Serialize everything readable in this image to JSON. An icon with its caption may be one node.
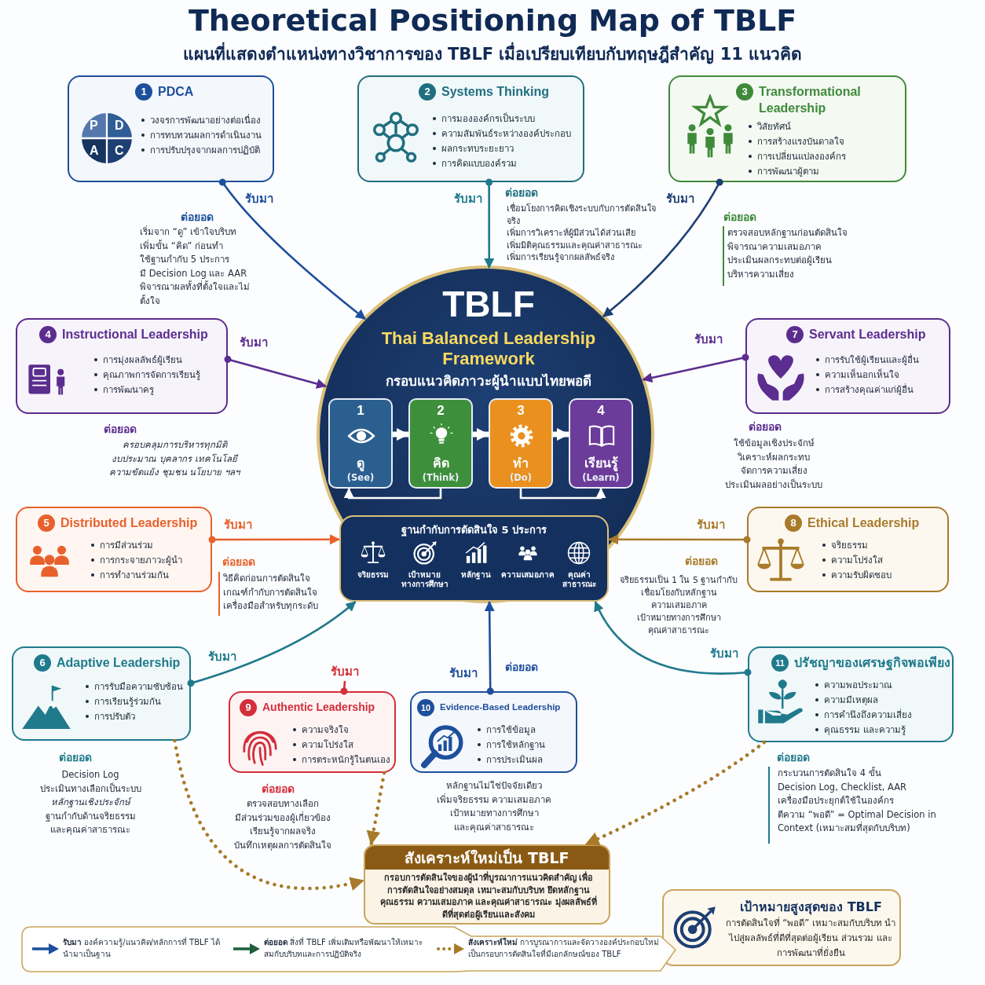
{
  "diagram": {
    "title": "Theoretical Positioning Map of TBLF",
    "nodes": [
      {
        "text": [
          "1",
          "PDCA",
          "วงจรการพัฒนาอย่างต่อเนื่อง",
          "การทบทวนผลการดำเนินงาน",
          "การปรับปรุงจากผลการปฏิบัติ"
        ],
        "beside": [
          "ต่อยอด",
          "เริ่มจาก “ดู” เข้าใจบริบท",
          "เพิ่มขั้น “คิด” ก่อนทำ",
          "ใช้ฐานกำกับ 5 ประการ",
          "มี Decision Log และ AAR",
          "พิจารณาผลทั้งที่ตั้งใจและไม่ตั้งใจ"
        ]
      },
      {
        "text": [
          "2",
          "Systems Thinking",
          "การมององค์กรเป็นระบบ",
          "ความสัมพันธ์ระหว่างองค์ประกอบ",
          "ผลกระทบระยะยาว",
          "การคิดแบบองค์รวม"
        ],
        "beside": [
          "ต่อยอด",
          "เชื่อมโยงการคิดเชิงระบบกับการตัดสินใจจริง",
          "เพิ่มการวิเคราะห์ผู้มีส่วนได้ส่วนเสีย",
          "เพิ่มมิติคุณธรรมและคุณค่าสาธารณะ",
          "เพิ่มการเรียนรู้จากผลลัพธ์จริง"
        ]
      },
      {
        "text": [
          "3",
          "Transformational Leadership",
          "วิสัยทัศน์",
          "การสร้างแรงบันดาลใจ",
          "การเปลี่ยนแปลงองค์กร",
          "การพัฒนาผู้ตาม"
        ],
        "beside": [
          "ต่อยอด",
          "ตรวจสอบหลักฐานก่อนตัดสินใจ",
          "พิจารณาความเสมอภาค",
          "ประเมินผลกระทบต่อผู้เรียน",
          "บริหารความเสี่ยง"
        ]
      },
      {
        "text": [
          "4",
          "Instructional Leadership",
          "การมุ่งผลลัพธ์ผู้เรียน",
          "คุณภาพการจัดการเรียนรู้",
          "การพัฒนาครู"
        ],
        "beside": [
          "ต่อยอด",
          "ครอบคลุมการบริหารทุกมิติ",
          "งบประมาณ บุคลากร เทคโนโลยี",
          "ความขัดแย้ง ชุมชน นโยบาย ฯลฯ"
        ]
      },
      {
        "text": [
          "5",
          "Distributed Leadership",
          "การมีส่วนร่วม",
          "การกระจายภาวะผู้นำ",
          "การทำงานร่วมกัน"
        ],
        "beside": [
          "ต่อยอด",
          "วิธีคิดก่อนการตัดสินใจ",
          "เกณฑ์กำกับการตัดสินใจ",
          "เครื่องมือสำหรับทุกระดับ"
        ]
      },
      {
        "text": [
          "6",
          "Adaptive Leadership",
          "การรับมือความซับซ้อน",
          "การเรียนรู้ร่วมกัน",
          "การปรับตัว"
        ],
        "beside": [
          "ต่อยอด",
          "Decision Log",
          "ประเมินทางเลือกเป็นระบบ",
          "หลักฐานเชิงประจักษ์",
          "ฐานกำกับด้านจริยธรรม",
          "และคุณค่าสาธารณะ"
        ]
      },
      {
        "text": [
          "7",
          "Servant Leadership",
          "การรับใช้ผู้เรียนและผู้อื่น",
          "ความเห็นอกเห็นใจ",
          "การสร้างคุณค่าแก่ผู้อื่น"
        ],
        "beside": [
          "ต่อยอด",
          "ใช้ข้อมูลเชิงประจักษ์",
          "วิเคราะห์ผลกระทบ",
          "จัดการความเสี่ยง",
          "ประเมินผลอย่างเป็นระบบ"
        ]
      },
      {
        "text": [
          "8",
          "Ethical Leadership",
          "จริยธรรม",
          "ความโปร่งใส",
          "ความรับผิดชอบ"
        ],
        "beside": [
          "ต่อยอด",
          "จริยธรรมเป็น 1 ใน 5 ฐานกำกับ",
          "เชื่อมโยงกับหลักฐาน",
          "ความเสมอภาค",
          "เป้าหมายทางการศึกษา",
          "คุณค่าสาธารณะ"
        ]
      },
      {
        "text": [
          "9",
          "Authentic Leadership",
          "ความจริงใจ",
          "ความโปร่งใส",
          "การตระหนักรู้ในตนเอง"
        ],
        "beside": [
          "ต่อยอด",
          "ตรวจสอบทางเลือก",
          "มีส่วนร่วมของผู้เกี่ยวข้อง",
          "เรียนรู้จากผลจริง",
          "บันทึกเหตุผลการตัดสินใจ"
        ]
      },
      {
        "text": [
          "10",
          "Evidence-Based Leadership",
          "การใช้ข้อมูล",
          "การใช้หลักฐาน",
          "การประเมินผล"
        ],
        "beside": [
          "ต่อยอด",
          "หลักฐานไม่ใช่ปัจจัยเดียว",
          "เพิ่มจริยธรรม ความเสมอภาค",
          "เป้าหมายทางการศึกษา",
          "และคุณค่าสาธารณะ"
        ]
      },
      {
        "text": [
          "11",
          "ปรัชญาของเศรษฐกิจพอเพียง",
          "ความพอประมาณ",
          "ความมีเหตุผล",
          "การคำนึงถึงความเสี่ยง",
          "คุณธรรม และความรู้"
        ],
        "beside": [
          "ต่อยอด",
          "กระบวนการตัดสินใจ 4 ขั้น",
          "Decision Log, Checklist, AAR",
          "เครื่องมือประยุกต์ใช้ในองค์กร",
          "ตีความ “พอดี” = Optimal Decision in Context (เหมาะสมที่สุดกับบริบท)"
        ]
      },
      {
        "text": [
          "TBLF",
          "Thai Balanced Leadership Framework",
          "กรอบแนวคิดภาวะผู้นำแบบไทยพอดี"
        ]
      },
      {
        "text": [
          "1",
          "ดู",
          "(See)"
        ],
        "in": 11
      },
      {
        "text": [
          "2",
          "คิด",
          "(Think)"
        ],
        "in": 11
      },
      {
        "text": [
          "3",
          "ทำ",
          "(Do)"
        ],
        "in": 11
      },
      {
        "text": [
          "4",
          "เรียนรู้",
          "(Learn)"
        ],
        "in": 11
      },
      {
        "text": [
          "ฐานกำกับการตัดสินใจ 5 ประการ"
        ],
        "in": 11
      },
      {
        "text": [
          "สังเคราะห์ใหม่เป็น TBLF",
          "กรอบการตัดสินใจของผู้นำที่บูรณาการแนวคิดสำคัญ เพื่อการตัดสินใจอย่างสมดุล เหมาะสมกับบริบท ยึดหลักฐาน คุณธรรม ความเสมอภาค และคุณค่าสาธารณะ มุ่งผลลัพธ์ที่ดีที่สุดต่อผู้เรียนและสังคม"
        ]
      },
      {
        "text": [
          "เป้าหมายสูงสุดของ TBLF",
          "การตัดสินใจที่ “พอดี” เหมาะสมกับบริบท นำไปสู่ผลลัพธ์ที่ดีที่สุดต่อผู้เรียน ส่วนรวม และการพัฒนาที่ยั่งยืน"
        ]
      }
    ],
    "edges": [
      {
        "from": 0,
        "to": 11,
        "arrow": "to",
        "label": "รับมา",
        "color": "#1d4f9c"
      },
      {
        "from": 1,
        "to": 11,
        "arrow": "to",
        "label": "รับมา",
        "color": "#1f7a8c"
      },
      {
        "from": 2,
        "to": 11,
        "arrow": "to",
        "label": "รับมา",
        "color": "#1d3f73"
      },
      {
        "from": 3,
        "to": 11,
        "arrow": "to",
        "label": "รับมา",
        "color": "#5b2d8e"
      },
      {
        "from": 4,
        "to": 16,
        "arrow": "to",
        "label": "รับมา",
        "color": "#e8612c"
      },
      {
        "from": 5,
        "to": 16,
        "arrow": "to",
        "label": "รับมา",
        "color": "#1f7a8c"
      },
      {
        "from": 6,
        "to": 11,
        "arrow": "to",
        "label": "รับมา",
        "color": "#5b2d8e"
      },
      {
        "from": 7,
        "to": 16,
        "arrow": "to",
        "label": "รับมา",
        "color": "#a87a2a"
      },
      {
        "from": 8,
        "to": null,
        "arrow": "other",
        "label": "รับมา",
        "color": "#d32f3a"
      },
      {
        "from": 9,
        "to": 16,
        "arrow": "to",
        "label": "รับมา",
        "color": "#1d4f9c"
      },
      {
        "from": 10,
        "to": 16,
        "arrow": "to",
        "label": "รับมา",
        "color": "#1f7a8c"
      },
      {
        "from": 5,
        "to": 17,
        "arrow": "to",
        "style": "dashed",
        "color": "#a87a2a"
      },
      {
        "from": 8,
        "to": 17,
        "arrow": "to",
        "style": "dashed",
        "color": "#a87a2a"
      },
      {
        "from": 10,
        "to": 17,
        "arrow": "to",
        "style": "dashed",
        "color": "#a87a2a"
      },
      {
        "from": 12,
        "to": 13,
        "arrow": "to",
        "style": "thick",
        "color": "#ffffff"
      },
      {
        "from": 13,
        "to": 14,
        "arrow": "to",
        "style": "thick",
        "color": "#ffffff"
      },
      {
        "from": 14,
        "to": 15,
        "arrow": "to",
        "style": "thick",
        "color": "#ffffff"
      },
      {
        "from": 13,
        "to": 12,
        "arrow": "to",
        "color": "#ffffff"
      },
      {
        "from": 14,
        "to": 15,
        "arrow": "to",
        "color": "#ffffff"
      }
    ],
    "labels": [
      "แผนที่แสดงตำแหน่งทางวิชาการของ TBLF เมื่อเปรียบเทียบกับทฤษฎีสำคัญ 11 แนวคิด",
      "P",
      "D",
      "A",
      "C",
      "จริยธรรม",
      "เป้าหมาย ทางการศึกษา",
      "หลักฐาน",
      "ความเสมอภาค",
      "คุณค่าสาธารณะ"
    ],
    "legend": [
      {
        "text": "**รับมา** องค์ความรู้/แนวคิด/หลักการที่ TBLF ได้นำมาเป็นฐาน"
      },
      {
        "text": "**ต่อยอด** สิ่งที่ TBLF เพิ่มเติมหรือพัฒนาให้เหมาะสมกับบริบทและการปฏิบัติจริง"
      },
      {
        "text": "**สังเคราะห์ใหม่** การบูรณาการและจัดวางองค์ประกอบใหม่เป็นกรอบการตัดสินใจที่มีเอกลักษณ์ของ TBLF"
      }
    ]
  }
}
